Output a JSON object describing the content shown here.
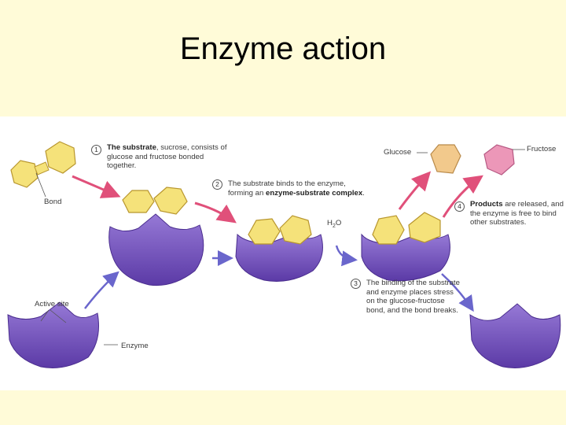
{
  "title": "Enzyme action",
  "steps": [
    {
      "num": "1",
      "bold": "The substrate",
      "rest": ", sucrose, consists of glucose and fructose bonded together."
    },
    {
      "num": "2",
      "pre": "The substrate binds to the enzyme, forming an ",
      "bold": "enzyme-substrate complex",
      "post": "."
    },
    {
      "num": "3",
      "text": "The binding of the substrate and enzyme places stress on the glucose-fructose bond, and the bond breaks."
    },
    {
      "num": "4",
      "bold": "Products",
      "rest": " are released, and the enzyme is free to bind other substrates."
    }
  ],
  "labels": {
    "bond": "Bond",
    "active_site": "Active site",
    "enzyme": "Enzyme",
    "glucose": "Glucose",
    "fructose": "Fructose",
    "water_h": "H",
    "water_sub": "2",
    "water_o": "O"
  },
  "colors": {
    "background": "#fffbd8",
    "enzyme": "#7a55c2",
    "substrate": "#f5e27a",
    "glucose_product": "#f2c98c",
    "fructose_product": "#ec97b8",
    "arrow_red": "#e0507a",
    "arrow_blue": "#6a66cc"
  }
}
